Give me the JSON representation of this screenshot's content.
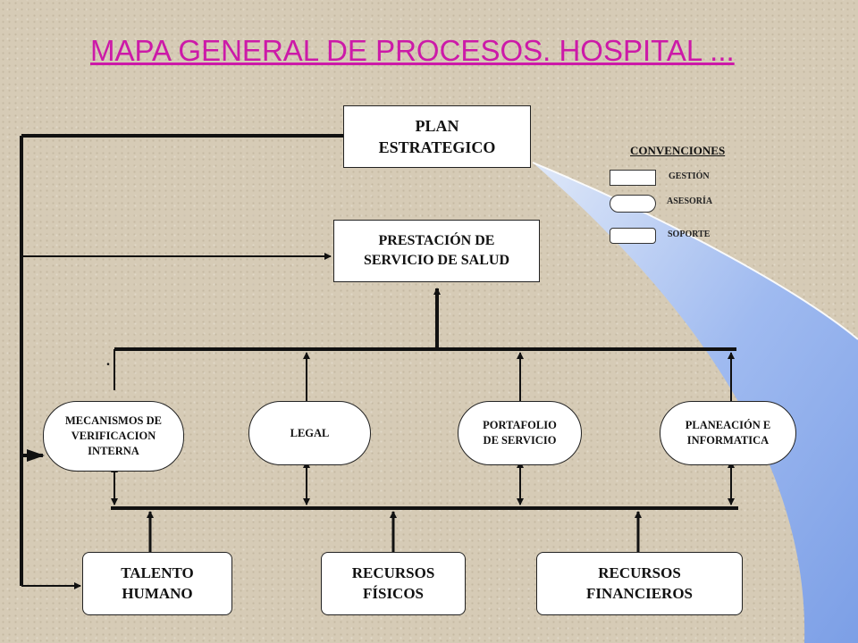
{
  "title": "MAPA GENERAL DE PROCESOS. HOSPITAL ...",
  "nodes": {
    "plan_estrategico": "PLAN\nESTRATEGICO",
    "prestacion": "PRESTACIÓN DE\nSERVICIO DE SALUD",
    "mecanismos": "MECANISMOS DE\nVERIFICACION\nINTERNA",
    "legal": "LEGAL",
    "portafolio": "PORTAFOLIO\nDE SERVICIO",
    "planeacion": "PLANEACIÓN E\nINFORMATICA",
    "talento": "TALENTO\nHUMANO",
    "recursos_fisicos": "RECURSOS\nFÍSICOS",
    "recursos_financieros": "RECURSOS\nFINANCIEROS"
  },
  "legend": {
    "title": "CONVENCIONES",
    "gestion": "GESTIÓN",
    "asesoria": "ASESORÍA",
    "soporte": "SOPORTE"
  },
  "dot": ".",
  "colors": {
    "title": "#cc1aa8",
    "background": "#d6cbb6",
    "accent_curve": "#8fb0ea"
  }
}
